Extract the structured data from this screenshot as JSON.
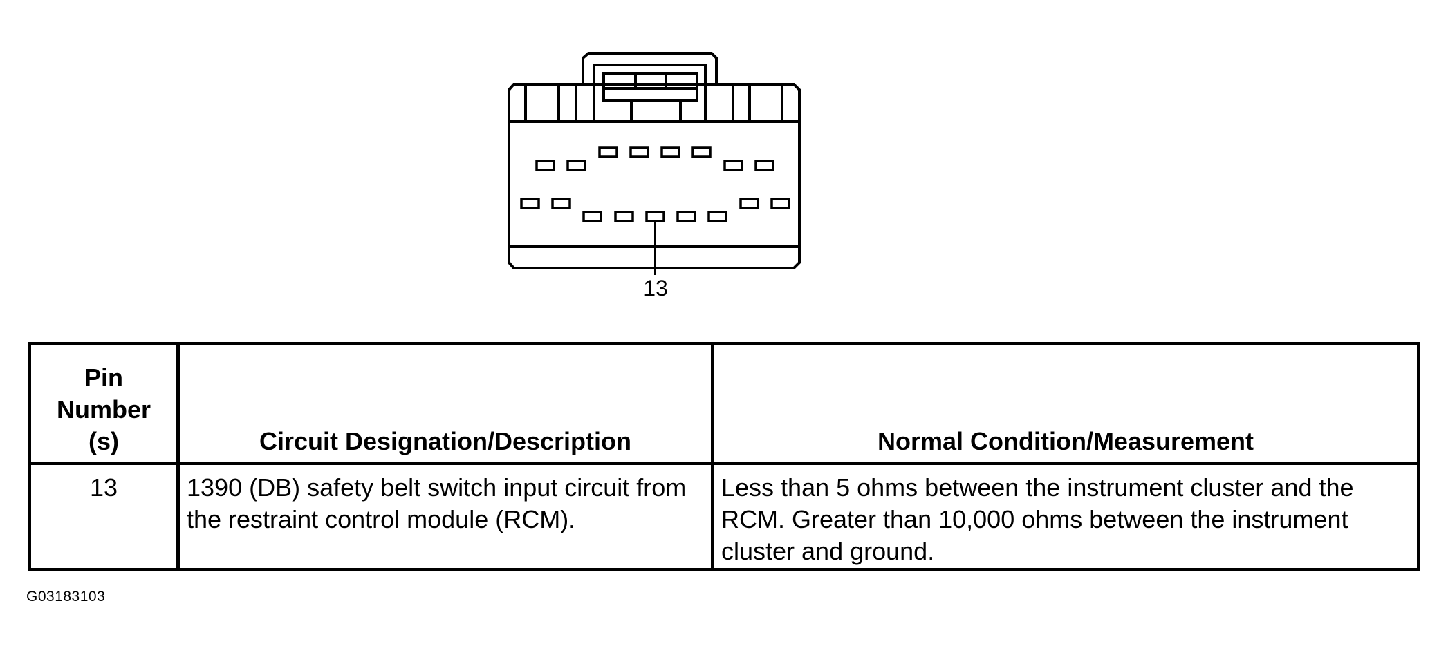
{
  "connector": {
    "callout_pin": "13"
  },
  "table": {
    "headers": {
      "pin_line1": "Pin",
      "pin_line2": "Number",
      "pin_line3": "(s)",
      "circuit": "Circuit Designation/Description",
      "condition": "Normal Condition/Measurement"
    },
    "rows": [
      {
        "pin": "13",
        "circuit": "1390 (DB) safety belt switch input circuit from the restraint control module (RCM).",
        "condition": "Less than 5 ohms between the instrument cluster and the RCM. Greater than 10,000 ohms between the instrument cluster and ground."
      }
    ]
  },
  "figure_code": "G03183103"
}
